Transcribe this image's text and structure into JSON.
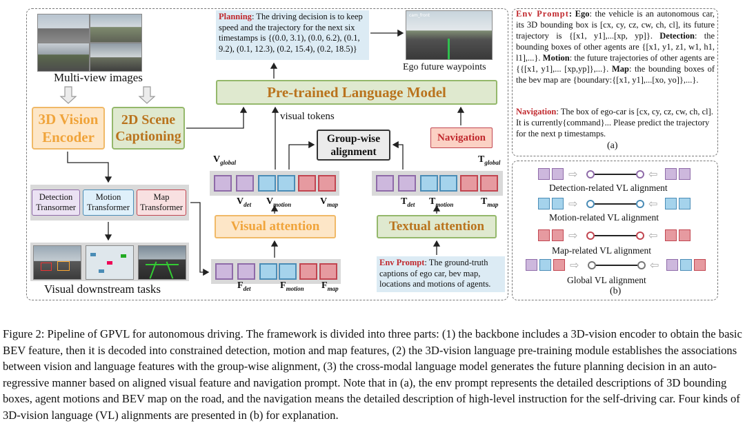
{
  "planning": {
    "label": "Planning",
    "text": ": The driving decision is to keep speed and the trajectory for the next six timestamps is {(0.0, 3.1), (0.0, 6.2), (0.1, 9.2), (0.1, 12.3), (0.2, 15.4), (0.2, 18.5)}"
  },
  "ego_waypoints_label": "Ego future waypoints",
  "multiview_label": "Multi-view images",
  "plm_label": "Pre-trained Language Model",
  "visual_tokens_label": "visual tokens",
  "encoder_label": "3D Vision Encoder",
  "captioning_label": "2D Scene Captioning",
  "groupwise_label": "Group-wise alignment",
  "navigation_label": "Navigation",
  "transformers": [
    "Detection Transormer",
    "Motion Transformer",
    "Map Transformer"
  ],
  "downstream_label": "Visual downstream tasks",
  "visual_attention_label": "Visual attention",
  "textual_attention_label": "Textual attention",
  "symbols": {
    "v_global": "V",
    "v_global_sub": "global",
    "v_det": "V",
    "v_det_sub": "det",
    "v_motion": "V",
    "v_motion_sub": "motion",
    "v_map": "V",
    "v_map_sub": "map",
    "t_global": "T",
    "t_global_sub": "global",
    "t_det": "T",
    "t_det_sub": "det",
    "t_motion": "T",
    "t_motion_sub": "motion",
    "t_map": "T",
    "t_map_sub": "map",
    "f_det": "F",
    "f_det_sub": "det",
    "f_motion": "F",
    "f_motion_sub": "motion",
    "f_map": "F",
    "f_map_sub": "map"
  },
  "env_prompt_bottom": {
    "label": "Env Prompt",
    "text": ": The ground-truth captions of ego car, bev map, locations and motions of agents."
  },
  "panel_a": {
    "env_label": "Env Prompt",
    "ego_label": "Ego",
    "ego_text": ": the vehicle is an autonomous car, its 3D bounding box is [cx, cy, cz, cw, ch, cl], its future trajectory is {[x1, y1],...[xp, yp]}.",
    "detection_label": "Detection",
    "detection_text": ": the bounding boxes of other agents are {[x1, y1, z1, w1, h1, l1],...}.",
    "motion_label": "Motion",
    "motion_text": ": the future trajectories of other agents are {{[x1, y1],... [xp,yp]},...}.",
    "map_label": "Map",
    "map_text": ": the bounding boxes of the bev map are {boundary:{[x1, y1],...[xo, yo]},...}.",
    "nav_label": "Navigation",
    "nav_text": ": The box of ego-car is [cx, cy, cz, cw, ch, cl]. It is currently{command}... Please predict the trajectory for the next p timestamps.",
    "tag": "(a)"
  },
  "panel_b": {
    "rows": [
      "Detection-related  VL alignment",
      "Motion-related VL alignment",
      "Map-related VL alignment",
      "Global VL alignment"
    ],
    "tag": "(b)"
  },
  "figure_caption": "Figure 2: Pipeline of GPVL for autonomous driving. The framework is divided into three parts: (1) the backbone includes a 3D-vision encoder to obtain the basic BEV feature, then it is decoded into constrained detection, motion and map features, (2) the 3D-vision language pre-training module establishes the associations between vision and language features with the group-wise alignment, (3) the cross-modal language model generates the future planning decision in an auto-regressive manner based on aligned visual feature and navigation prompt. Note that in (a), the env prompt represents the detailed descriptions of 3D bounding boxes, agent motions and BEV map on the road, and the navigation means the detailed description of high-level instruction for the self-driving car. Four kinds of 3D-vision language (VL) alignments are presented in (b) for explanation.",
  "colors": {
    "green_fill": "#dfe9cf",
    "orange_fill": "#fde6c7",
    "purple": "#cdb8dd",
    "blue": "#a5d3ec",
    "red": "#e69aa0",
    "accent_red": "#c0282d"
  }
}
